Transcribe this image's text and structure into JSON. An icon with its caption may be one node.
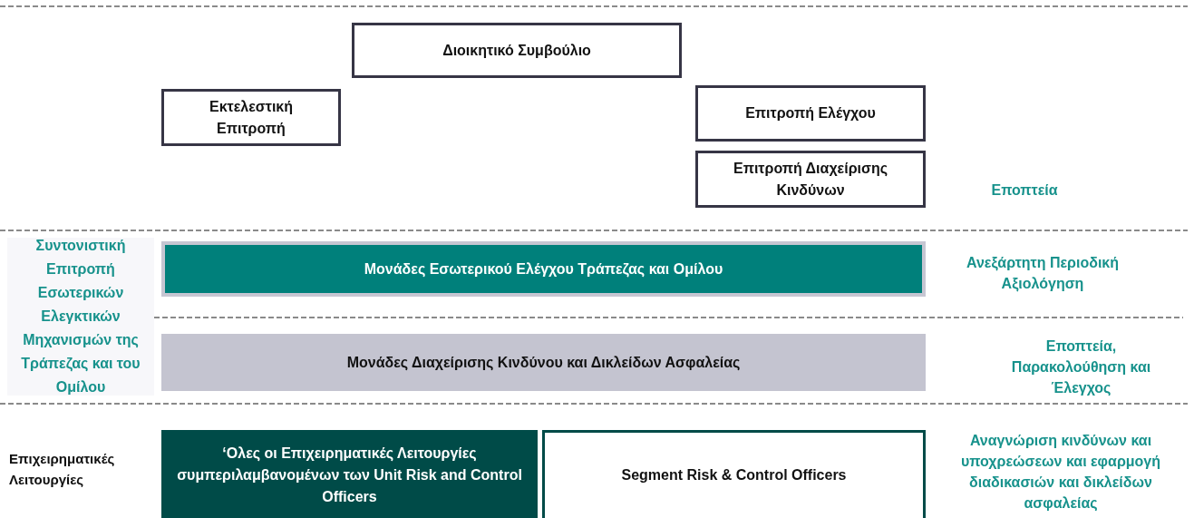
{
  "diagram": {
    "nodes": [
      {
        "text": [
          "Διοικητικό Συμβούλιο"
        ]
      },
      {
        "text": [
          "Εκτελεστική Επιτροπή"
        ]
      },
      {
        "text": [
          "Επιτροπή Ελέγχου"
        ]
      },
      {
        "text": [
          "Επιτροπή Διαχείρισης Κινδύνων"
        ]
      },
      {
        "text": [
          "Συντονιστική Επιτροπή Εσωτερικών Ελεγκτικών Μηχανισμών της Τράπεζας και του Ομίλου"
        ]
      },
      {
        "text": [
          "Μονάδες Εσωτερικού Ελέγχου Τράπεζας και Ομίλου"
        ]
      },
      {
        "text": [
          "Μονάδες Διαχείρισης Κινδύνου και Δικλείδων Ασφαλείας"
        ]
      },
      {
        "text": [
          "‘Ολες οι Επιχειρηματικές Λειτουργίες συμπεριλαμβανομένων των Unit Risk and Control Officers"
        ]
      },
      {
        "text": [
          "Segment Risk & Control Officers"
        ]
      }
    ],
    "edges": [],
    "labels": [
      "Εποπτεία",
      "Ανεξάρτητη Περιοδική Αξιολόγηση",
      "Εποπτεία, Παρακολούθηση και Έλεγχος",
      "Επιχειρηματικές Λειτουργίες",
      "Αναγνώριση κινδύνων και υποχρεώσεων και εφαρμογή διαδικασιών και δικλείδων ασφαλείας"
    ]
  }
}
